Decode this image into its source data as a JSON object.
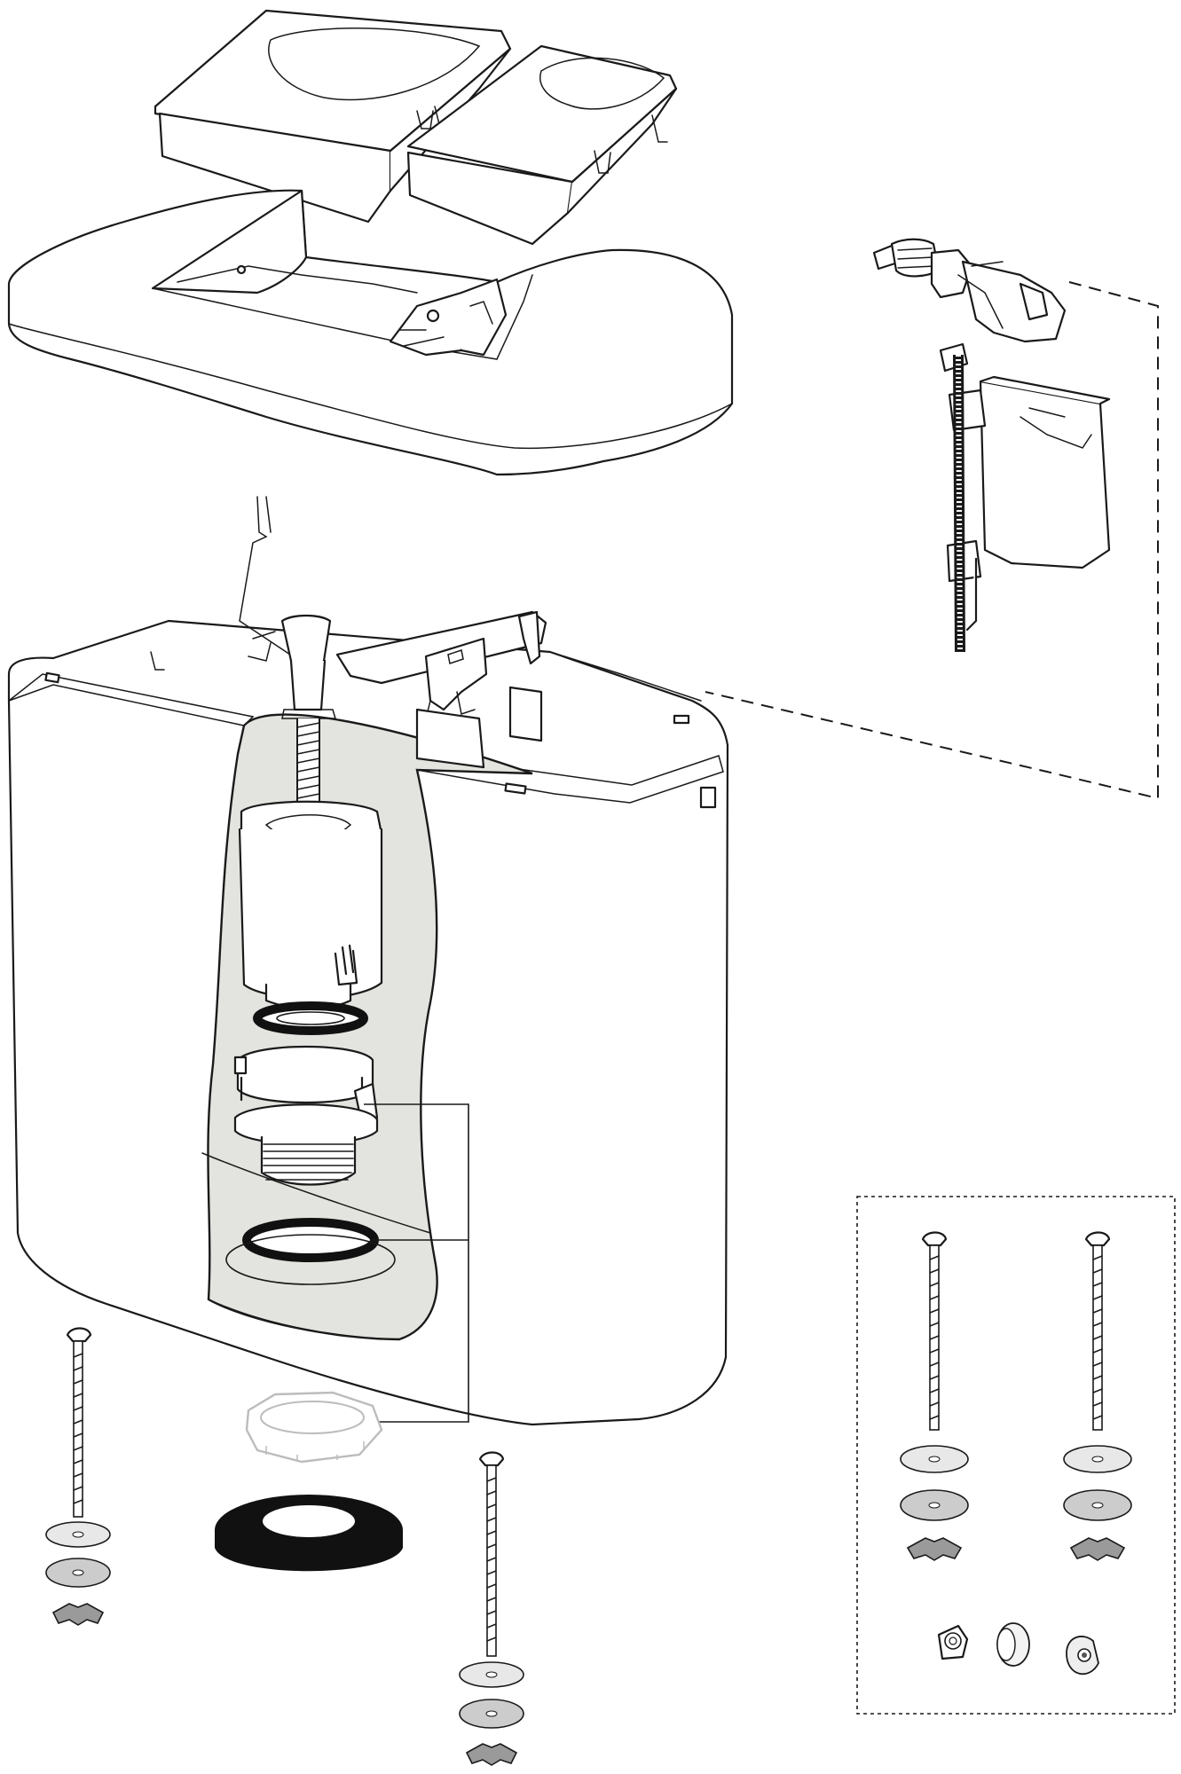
{
  "diagram": {
    "parts": [
      {
        "id": "flush-button-left",
        "icon": "flush-button-icon"
      },
      {
        "id": "flush-button-right",
        "icon": "flush-button-icon"
      },
      {
        "id": "cistern-lid",
        "icon": "lid-icon"
      },
      {
        "id": "fill-valve",
        "icon": "fill-valve-icon"
      },
      {
        "id": "flush-valve",
        "icon": "flush-valve-icon"
      },
      {
        "id": "cistern-tank",
        "icon": "tank-icon"
      },
      {
        "id": "tank-to-bowl-gasket",
        "icon": "gasket-icon"
      },
      {
        "id": "mounting-hardware-kit",
        "icon": "bolt-kit-icon"
      }
    ],
    "colors": {
      "line": "#1a1a1a",
      "cutaway_fill": "#e3e3df",
      "gasket": "#111111",
      "washer": "#d9d9d9",
      "nut_ghost": "#c8c8c8"
    }
  }
}
